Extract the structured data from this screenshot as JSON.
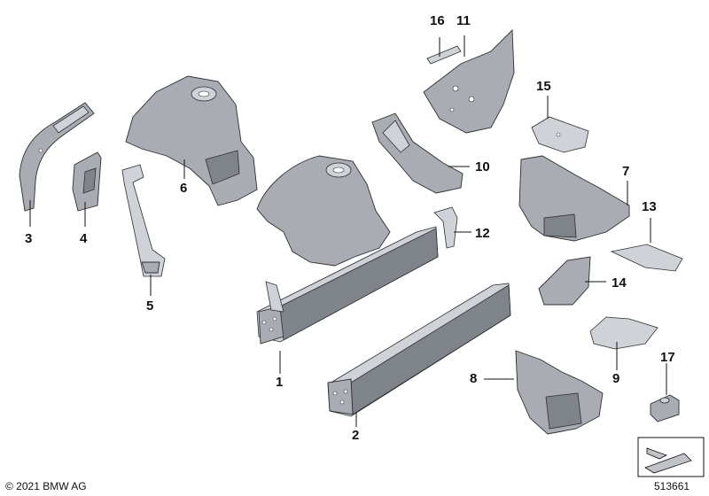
{
  "colors": {
    "part_fill": "#a9adb3",
    "part_light": "#cfd2d6",
    "part_dark": "#7f848b",
    "outline": "#2c2f33"
  },
  "callouts": {
    "c1": "1",
    "c2": "2",
    "c3": "3",
    "c4": "4",
    "c5": "5",
    "c6": "6",
    "c7": "7",
    "c8": "8",
    "c9": "9",
    "c10": "10",
    "c11": "11",
    "c12": "12",
    "c13": "13",
    "c14": "14",
    "c15": "15",
    "c16": "16",
    "c17": "17"
  },
  "footer": {
    "copyright": "© 2021 BMW AG",
    "diagram_number": "513661"
  }
}
